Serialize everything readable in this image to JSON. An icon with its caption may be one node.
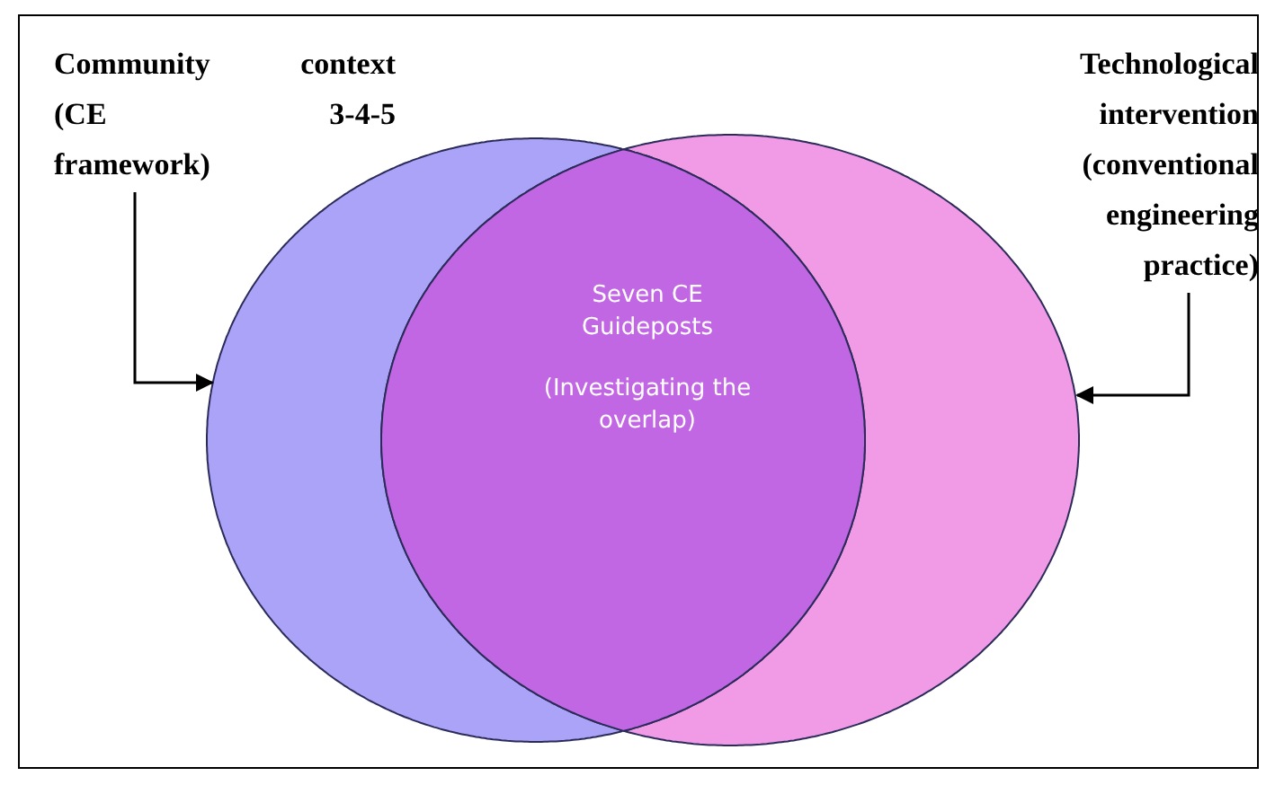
{
  "diagram": {
    "nodes": [
      {
        "text": [
          "Community context (CE 3-4-5 framework)"
        ]
      },
      {
        "text": [
          "Technological intervention (conventional engineering practice)"
        ]
      },
      {
        "text": [],
        "shape": "circle"
      },
      {
        "text": [],
        "shape": "circle"
      },
      {
        "text": [
          "Seven CE Guideposts",
          "(Investigating the overlap)"
        ]
      }
    ],
    "edges": [
      {
        "from": 0,
        "to": 2,
        "arrow": "to"
      },
      {
        "from": 1,
        "to": 3,
        "arrow": "to"
      }
    ]
  }
}
